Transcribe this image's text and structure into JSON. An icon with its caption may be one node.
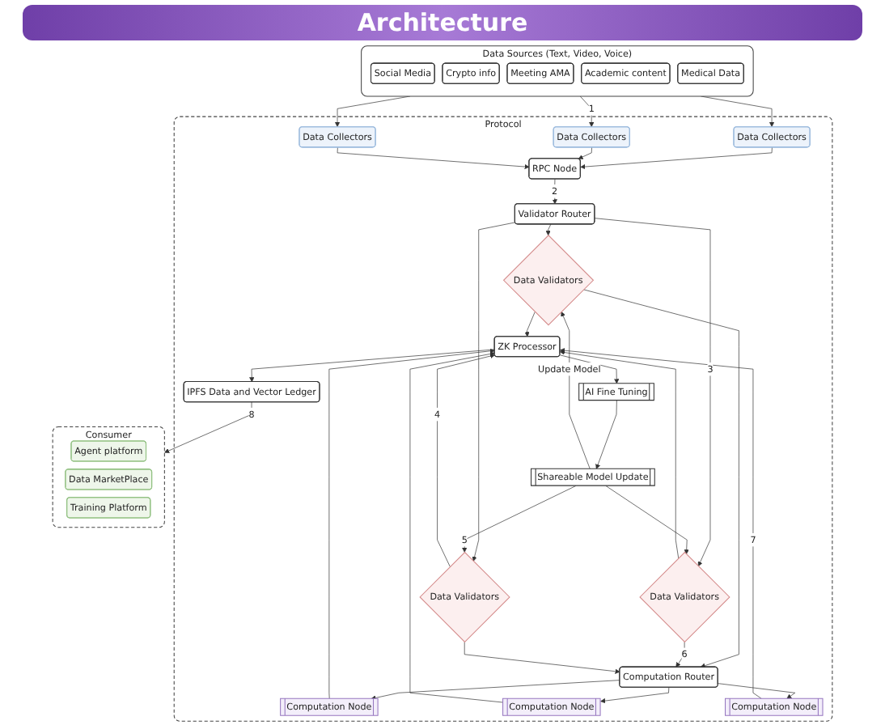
{
  "diagram": {
    "title": "Architecture",
    "nodes": [
      {
        "text": [
          "Data Sources (Text, Video, Voice)"
        ]
      },
      {
        "text": [
          "Social Media"
        ],
        "in": 0
      },
      {
        "text": [
          "Crypto info"
        ],
        "in": 0
      },
      {
        "text": [
          "Meeting AMA"
        ],
        "in": 0
      },
      {
        "text": [
          "Academic content"
        ],
        "in": 0
      },
      {
        "text": [
          "Medical Data"
        ],
        "in": 0
      },
      {
        "text": [
          "Protocol"
        ]
      },
      {
        "text": [
          "Data Collectors"
        ],
        "in": 6
      },
      {
        "text": [
          "Data Collectors"
        ],
        "in": 6
      },
      {
        "text": [
          "Data Collectors"
        ],
        "in": 6
      },
      {
        "text": [
          "RPC Node"
        ],
        "in": 6
      },
      {
        "text": [
          "Validator Router"
        ],
        "in": 6
      },
      {
        "text": [
          "Shareable Model Update"
        ],
        "in": 6
      },
      {
        "text": [
          "Data Validators"
        ],
        "in": 6
      },
      {
        "text": [
          "Data Validators"
        ],
        "in": 6
      },
      {
        "text": [
          "Data Validators"
        ],
        "in": 6
      },
      {
        "text": [
          "AI Fine Tuning"
        ],
        "in": 6
      },
      {
        "text": [
          "ZK Processor"
        ],
        "in": 6
      },
      {
        "text": [
          "IPFS Data and Vector Ledger"
        ],
        "in": 6
      },
      {
        "text": [
          "Computation Router"
        ],
        "in": 6
      },
      {
        "text": [
          "Computation Node"
        ],
        "in": 6
      },
      {
        "text": [
          "Computation Node"
        ],
        "in": 6
      },
      {
        "text": [
          "Computation Node"
        ],
        "in": 6
      },
      {
        "text": [
          "Consumer"
        ]
      },
      {
        "text": [
          "Agent platform"
        ],
        "in": 23
      },
      {
        "text": [
          "Data MarketPlace"
        ],
        "in": 23
      },
      {
        "text": [
          "Training Platform"
        ],
        "in": 23
      }
    ],
    "edges": [
      {
        "from": 0,
        "to": 7,
        "arrow": "to"
      },
      {
        "from": 0,
        "to": 8,
        "arrow": "to",
        "label": "1"
      },
      {
        "from": 0,
        "to": 9,
        "arrow": "to"
      },
      {
        "from": 7,
        "to": 10,
        "arrow": "to"
      },
      {
        "from": 8,
        "to": 10,
        "arrow": "to"
      },
      {
        "from": 9,
        "to": 10,
        "arrow": "to"
      },
      {
        "from": 10,
        "to": 11,
        "arrow": "to",
        "label": "2"
      },
      {
        "from": 11,
        "to": 13,
        "arrow": "to"
      },
      {
        "from": 11,
        "to": 14,
        "arrow": "to",
        "label": "3"
      },
      {
        "from": 11,
        "to": 15,
        "arrow": "to"
      },
      {
        "from": 12,
        "to": 13,
        "arrow": "to",
        "label": "Update Model"
      },
      {
        "from": 12,
        "to": 14,
        "arrow": "to"
      },
      {
        "from": 12,
        "to": 15,
        "arrow": "to",
        "label": "5"
      },
      {
        "from": 13,
        "to": 17,
        "arrow": "to"
      },
      {
        "from": 14,
        "to": 17,
        "arrow": "to"
      },
      {
        "from": 15,
        "to": 17,
        "arrow": "to",
        "label": "4"
      },
      {
        "from": 13,
        "to": 19,
        "arrow": "to"
      },
      {
        "from": 14,
        "to": 19,
        "arrow": "to",
        "label": "6"
      },
      {
        "from": 15,
        "to": 19,
        "arrow": "to"
      },
      {
        "from": 17,
        "to": 16,
        "arrow": "to"
      },
      {
        "from": 16,
        "to": 12,
        "arrow": "to"
      },
      {
        "from": 17,
        "to": 18,
        "arrow": "to"
      },
      {
        "from": 18,
        "to": 23,
        "arrow": "to",
        "label": "8"
      },
      {
        "from": 19,
        "to": 20,
        "arrow": "to"
      },
      {
        "from": 19,
        "to": 21,
        "arrow": "to"
      },
      {
        "from": 19,
        "to": 22,
        "arrow": "to"
      },
      {
        "from": 20,
        "to": 17,
        "arrow": "to"
      },
      {
        "from": 21,
        "to": 17,
        "arrow": "to"
      },
      {
        "from": 22,
        "to": 17,
        "arrow": "to",
        "label": "7"
      }
    ]
  }
}
